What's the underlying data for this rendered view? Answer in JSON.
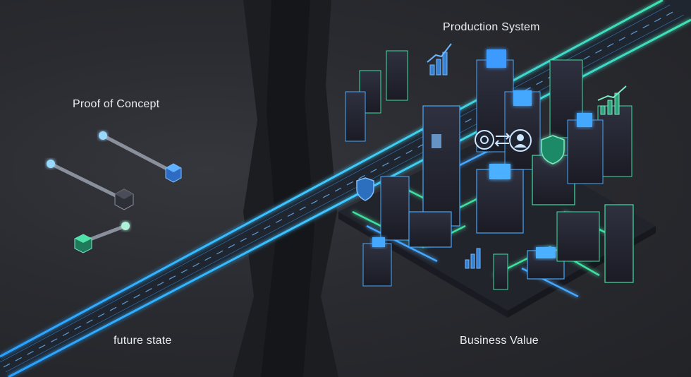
{
  "labels": {
    "proof_of_concept": "Proof of Concept",
    "production_system": "Production System",
    "future_state": "future state",
    "business_value": "Business Value"
  },
  "icons": [
    "gear-icon",
    "user-icon",
    "swap-arrows-icon",
    "shield-icon",
    "bar-chart-icon",
    "cube-node-icon"
  ],
  "colors": {
    "background": "#2a2b30",
    "chasm": "#1b1c20",
    "road_glow": "#3f9bff",
    "accent_green": "#3fe0a0",
    "accent_blue": "#45a8ff",
    "label_text": "#e9ebee"
  }
}
